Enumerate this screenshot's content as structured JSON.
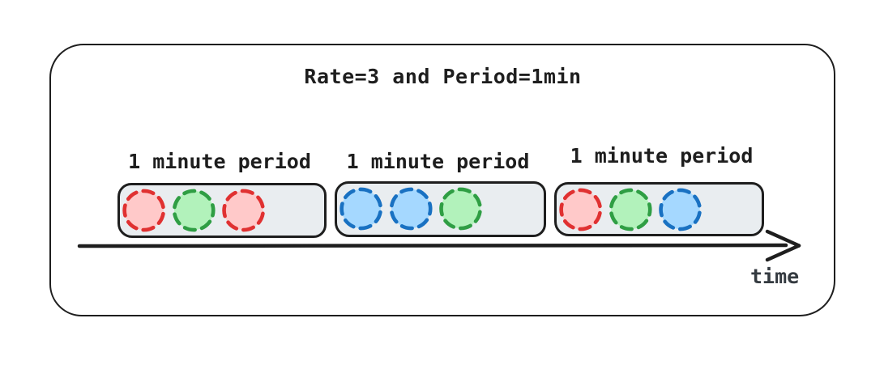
{
  "diagram": {
    "title": "Rate=3 and Period=1min",
    "axis": {
      "label": "time"
    },
    "periods": [
      {
        "label": "1 minute period",
        "requests": [
          "red",
          "green",
          "red"
        ]
      },
      {
        "label": "1 minute period",
        "requests": [
          "blue",
          "blue",
          "green"
        ]
      },
      {
        "label": "1 minute period",
        "requests": [
          "red",
          "green",
          "blue"
        ]
      }
    ],
    "colors": {
      "red": {
        "stroke": "#e03131",
        "fill": "#ffc9c9"
      },
      "green": {
        "stroke": "#2f9e44",
        "fill": "#b2f2bb"
      },
      "blue": {
        "stroke": "#1971c2",
        "fill": "#a5d8ff"
      },
      "box_fill": "#e9edf0",
      "stroke": "#1e1e1e",
      "axis_text": "#343a40"
    }
  }
}
